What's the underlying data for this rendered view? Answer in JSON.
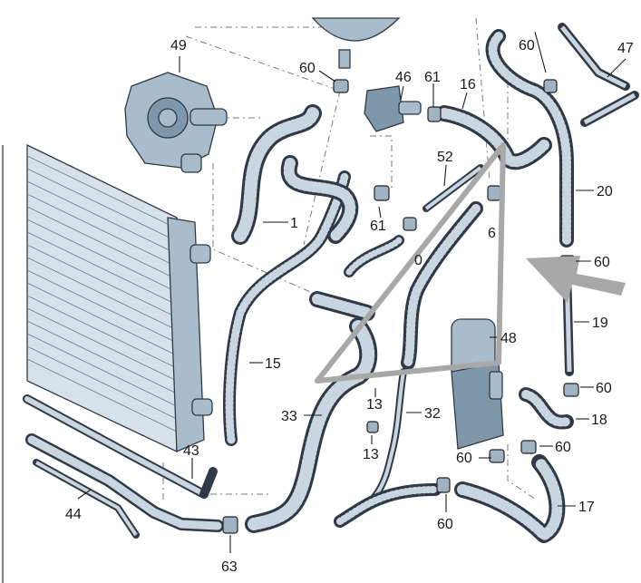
{
  "diagram": {
    "callouts": [
      {
        "id": "49",
        "text": "49"
      },
      {
        "id": "60a",
        "text": "60"
      },
      {
        "id": "46",
        "text": "46"
      },
      {
        "id": "61a",
        "text": "61"
      },
      {
        "id": "16",
        "text": "16"
      },
      {
        "id": "60b",
        "text": "60"
      },
      {
        "id": "47",
        "text": "47"
      },
      {
        "id": "52",
        "text": "52"
      },
      {
        "id": "1",
        "text": "1"
      },
      {
        "id": "61b",
        "text": "61"
      },
      {
        "id": "6",
        "text": "6"
      },
      {
        "id": "20",
        "text": "20"
      },
      {
        "id": "60c",
        "text": "60"
      },
      {
        "id": "0",
        "text": "0"
      },
      {
        "id": "19",
        "text": "19"
      },
      {
        "id": "15",
        "text": "15"
      },
      {
        "id": "48",
        "text": "48"
      },
      {
        "id": "60d",
        "text": "60"
      },
      {
        "id": "13a",
        "text": "13"
      },
      {
        "id": "33",
        "text": "33"
      },
      {
        "id": "32",
        "text": "32"
      },
      {
        "id": "18",
        "text": "18"
      },
      {
        "id": "60e",
        "text": "60"
      },
      {
        "id": "43",
        "text": "43"
      },
      {
        "id": "13b",
        "text": "13"
      },
      {
        "id": "60f",
        "text": "60"
      },
      {
        "id": "17",
        "text": "17"
      },
      {
        "id": "44",
        "text": "44"
      },
      {
        "id": "60g",
        "text": "60"
      },
      {
        "id": "63",
        "text": "63"
      }
    ],
    "colors": {
      "hose": "#2f3a46",
      "part_fill": "#a9bccb",
      "overlay_gray": "#a8a8a8"
    }
  }
}
